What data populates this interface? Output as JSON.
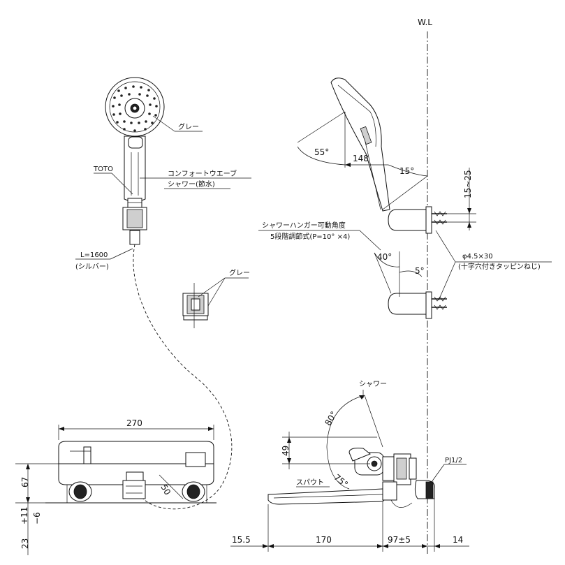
{
  "labels": {
    "wl": "W.L",
    "gray_head": "グレー",
    "toto": "TOTO",
    "shower_name_1": "コンフォートウエーブ",
    "shower_name_2": "シャワー(節水)",
    "hose_length": "L=1600",
    "hose_color": "(シルバー)",
    "gray_part": "グレー",
    "hanger_1": "シャワーハンガー可動角度",
    "hanger_2": "5段階調節式(P=10° ×4)",
    "screw_1": "φ4.5×30",
    "screw_2": "(十字穴付きタッピンねじ)",
    "shower": "シャワー",
    "spout": "スパウト",
    "pj": "PJ1/2"
  },
  "dimensions": {
    "width_270": "270",
    "height_67": "67",
    "tol_plus": "+11",
    "tol_minus": "−6",
    "base_23": "23",
    "angle_50": "50",
    "len_15_5": "15.5",
    "len_170": "170",
    "len_97": "97±5",
    "len_14": "14",
    "angle_55": "55°",
    "len_148": "148",
    "angle_15": "15°",
    "range_15_25": "15~25",
    "angle_40": "40°",
    "angle_5": "5°",
    "angle_80": "80°",
    "height_49": "49",
    "angle_75": "75°"
  }
}
